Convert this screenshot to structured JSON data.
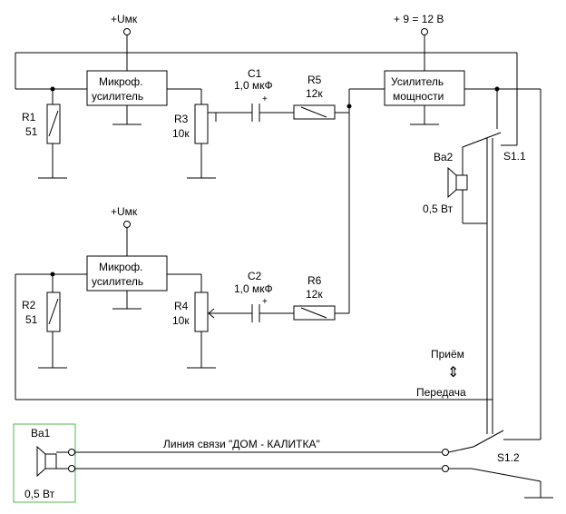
{
  "supply": {
    "umk_top": "+Uмк",
    "umk_bottom": "+Uмк",
    "main": "+ 9 = 12 В"
  },
  "blocks": {
    "mic_amp_1": [
      "Микроф.",
      "усилитель"
    ],
    "mic_amp_2": [
      "Микроф.",
      "усилитель"
    ],
    "power_amp": [
      "Усилитель",
      "мощности"
    ]
  },
  "components": {
    "r1": {
      "name": "R1",
      "value": "51"
    },
    "r2": {
      "name": "R2",
      "value": "51"
    },
    "r3": {
      "name": "R3",
      "value": "10к"
    },
    "r4": {
      "name": "R4",
      "value": "10к"
    },
    "r5": {
      "name": "R5",
      "value": "12к"
    },
    "r6": {
      "name": "R6",
      "value": "12к"
    },
    "c1": {
      "name": "C1",
      "value": "1,0 мкФ",
      "polarity": "+"
    },
    "c2": {
      "name": "C2",
      "value": "1,0 мкФ",
      "polarity": "+"
    },
    "ba1": {
      "name": "Ва1",
      "value": "0,5 Вт"
    },
    "ba2": {
      "name": "Ва2",
      "value": "0,5 Вт"
    },
    "s1_1": "S1.1",
    "s1_2": "S1.2"
  },
  "mode": {
    "receive": "Приём",
    "transmit": "Передача",
    "arrow": "⇕"
  },
  "line_label": "Линия связи \"ДОМ - КАЛИТКА\"",
  "colors": {
    "wire": "#000000",
    "speaker_frame": "#4fb84f"
  }
}
